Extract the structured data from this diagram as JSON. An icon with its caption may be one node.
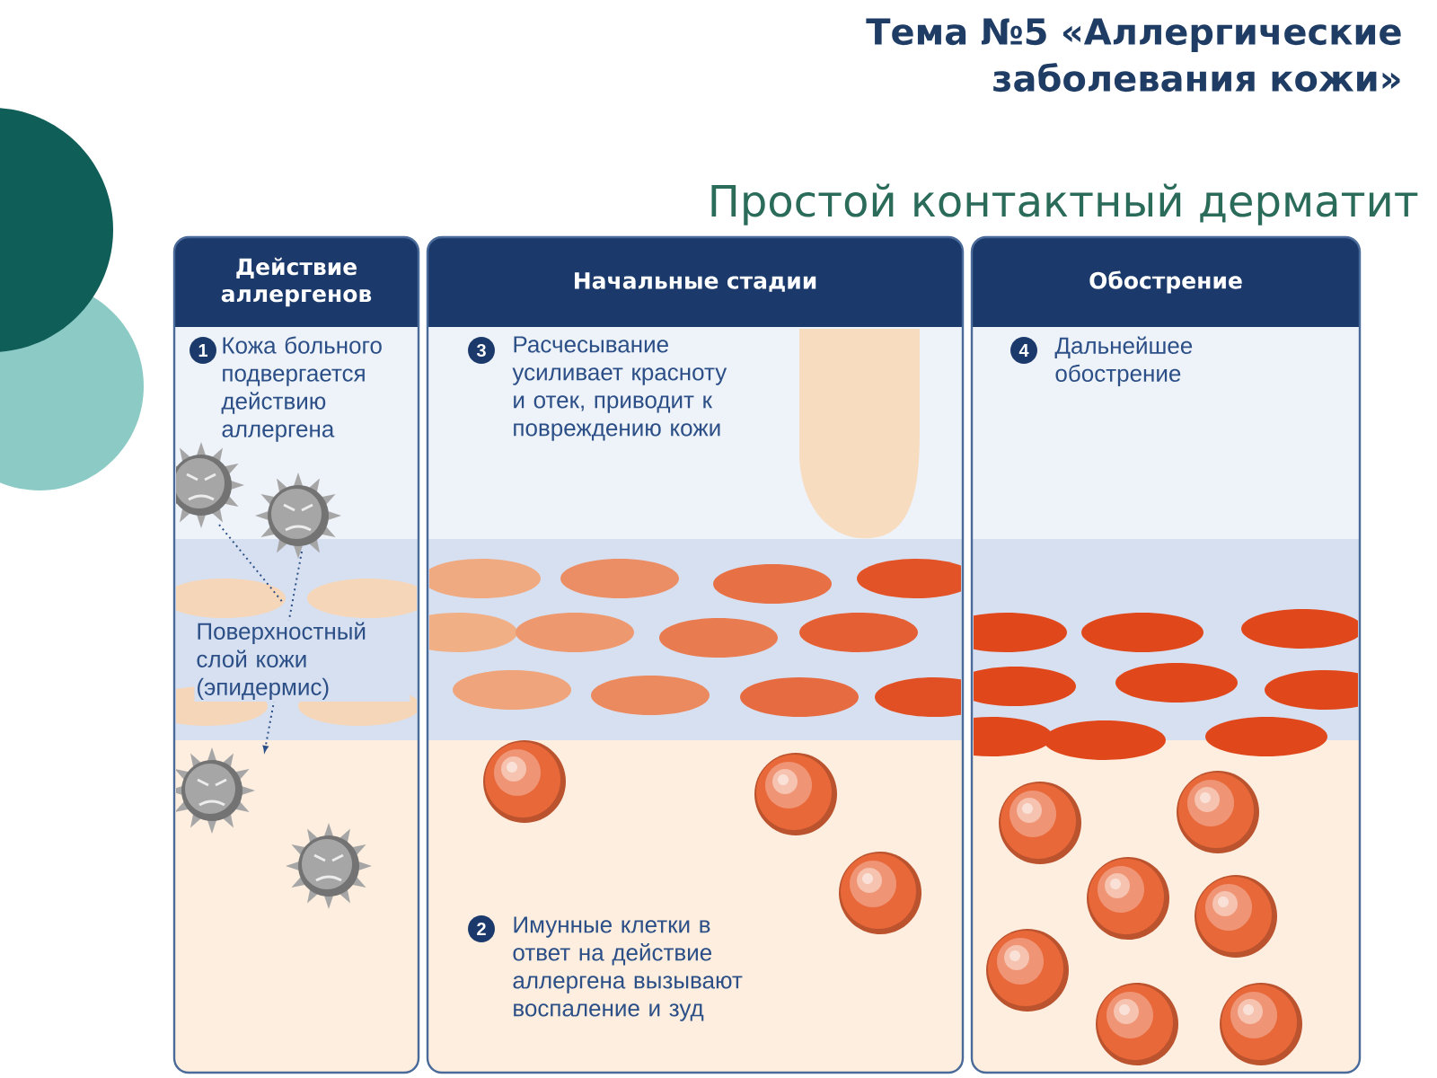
{
  "diagram": {
    "title": "Тема №5 «Аллергические заболевания кожи»",
    "nodes": [
      {
        "text": [
          "Действие аллергенов",
          "Кожа больного подвергается действию аллергена",
          "Поверхностный слой кожи (эпидермис)"
        ]
      },
      {
        "text": [
          "Начальные стадии",
          "Расчесывание усиливает красноту и отек, приводит к повреждению кожи",
          "Имунные клетки в ответ на действие аллергена вызывают воспаление и зуд"
        ]
      },
      {
        "text": [
          "Обострение",
          "Дальнейшее обострение"
        ]
      }
    ],
    "labels": [
      "Простой контактный дерматит",
      "1",
      "3",
      "4",
      "2"
    ]
  }
}
